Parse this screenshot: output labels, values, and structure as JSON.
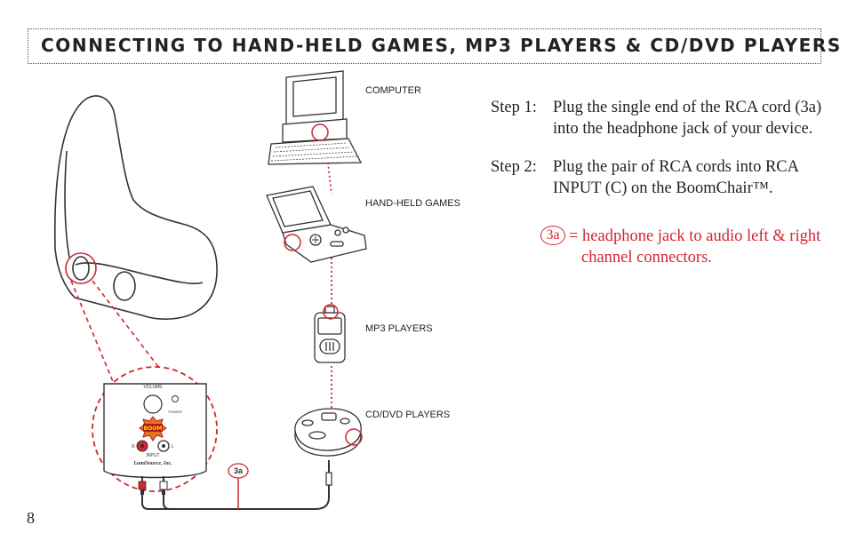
{
  "title": "CONNECTING TO HAND-HELD GAMES, MP3 PLAYERS & CD/DVD PLAYERS",
  "devices": {
    "computer": "COMPUTER",
    "handheld": "HAND-HELD GAMES",
    "mp3": "MP3 PLAYERS",
    "cd": "CD/DVD PLAYERS"
  },
  "panel": {
    "volume": "VOLUME",
    "power": "POWER",
    "input": "INPUT",
    "r": "R",
    "l": "L",
    "brand": "LumiSource, Inc.",
    "logo": "BOOM"
  },
  "cable_label": "3a",
  "steps": [
    {
      "num": "Step 1:",
      "text": "Plug the single end of the RCA cord (3a) into the headphone jack of your device."
    },
    {
      "num": "Step 2:",
      "text": "Plug the pair of RCA cords into RCA INPUT (C) on the BoomChair™."
    }
  ],
  "legend": {
    "badge": "3a",
    "text_line1": "= headphone jack to audio left & right",
    "text_line2": "channel connectors."
  },
  "page_number": "8",
  "colors": {
    "accent_red": "#d22630",
    "ink": "#222222"
  }
}
